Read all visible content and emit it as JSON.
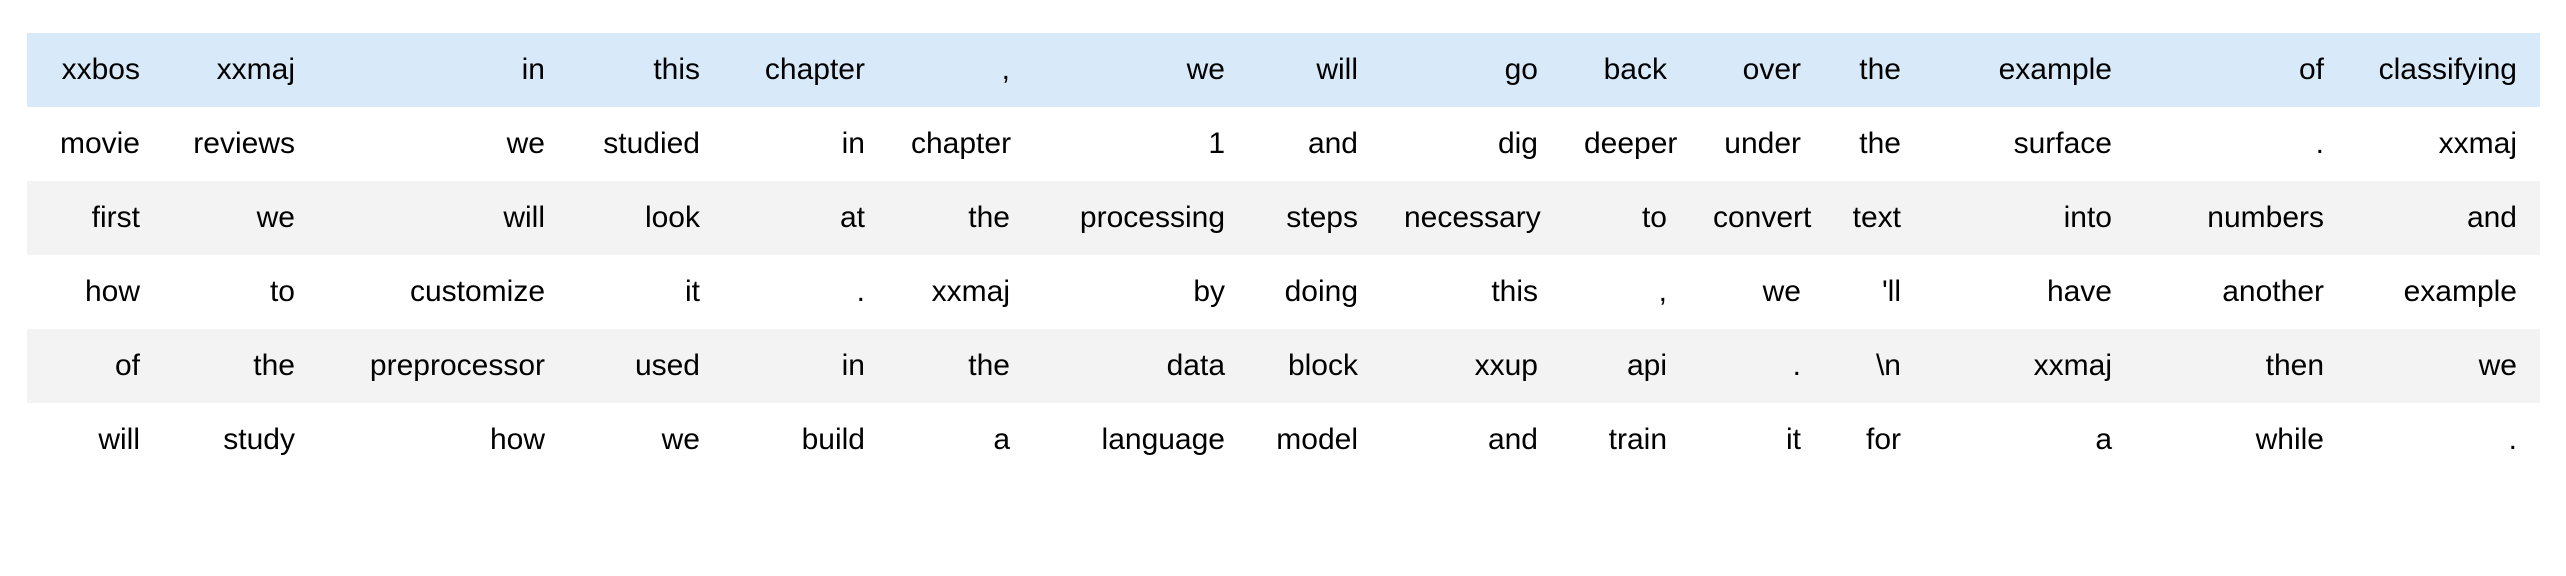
{
  "chart_data": {
    "type": "table",
    "title": "",
    "header_row_visible": false,
    "grid": "off",
    "column_count": 15,
    "row_count": 6,
    "highlighted_row_index": 0,
    "stripe_row_indices": [
      2,
      4
    ],
    "cell_text_align": "right",
    "rows": [
      [
        "xxbos",
        "xxmaj",
        "in",
        "this",
        "chapter",
        ",",
        "we",
        "will",
        "go",
        "back",
        "over",
        "the",
        "example",
        "of",
        "classifying"
      ],
      [
        "movie",
        "reviews",
        "we",
        "studied",
        "in",
        "chapter",
        "1",
        "and",
        "dig",
        "deeper",
        "under",
        "the",
        "surface",
        ".",
        "xxmaj"
      ],
      [
        "first",
        "we",
        "will",
        "look",
        "at",
        "the",
        "processing",
        "steps",
        "necessary",
        "to",
        "convert",
        "text",
        "into",
        "numbers",
        "and"
      ],
      [
        "how",
        "to",
        "customize",
        "it",
        ".",
        "xxmaj",
        "by",
        "doing",
        "this",
        ",",
        "we",
        "'ll",
        "have",
        "another",
        "example"
      ],
      [
        "of",
        "the",
        "preprocessor",
        "used",
        "in",
        "the",
        "data",
        "block",
        "xxup",
        "api",
        ".",
        "\\n",
        "xxmaj",
        "then",
        "we"
      ],
      [
        "will",
        "study",
        "how",
        "we",
        "build",
        "a",
        "language",
        "model",
        "and",
        "train",
        "it",
        "for",
        "a",
        "while",
        "."
      ]
    ],
    "colors": {
      "highlight_row_bg": "#d8eaf9",
      "stripe_row_bg": "#f3f3f3",
      "plain_row_bg": "#ffffff",
      "text": "#000000",
      "page_bg": "#ffffff"
    }
  }
}
